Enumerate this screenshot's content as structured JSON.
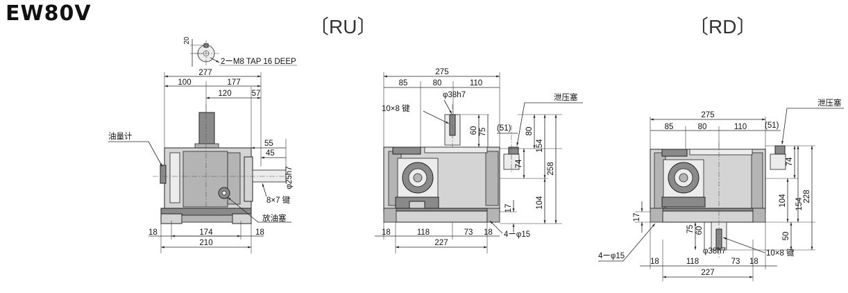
{
  "title": "EW80V",
  "views": {
    "ru_label": "〔RU〕",
    "rd_label": "〔RD〕"
  },
  "side_view": {
    "tap_dim": "20",
    "tap_note": "2ーM8 TAP 16 DEEP",
    "overall_width": "277",
    "left_width": "100",
    "right_width": "177",
    "center_to_shaft_end": "120",
    "flange_offset": "57",
    "shaft_length": "55",
    "key_length": "45",
    "shaft_dia": "φ25h7",
    "key_size": "8×7 键",
    "oil_gauge": "油量计",
    "drain_plug": "放油塞",
    "base_left": "18",
    "base_hole_span": "174",
    "base_right": "18",
    "base_width": "210"
  },
  "ru_view": {
    "overall_width": "275",
    "seg1": "85",
    "seg2": "80",
    "seg3": "110",
    "output_shaft": "φ38h7",
    "key_size": "10×8 键",
    "shaft_height": "60",
    "shaft_seg": "75",
    "breather_offset": "(51)",
    "breather_height": "80",
    "height_154": "154",
    "height_258": "258",
    "height_74": "74",
    "height_104": "104",
    "base_thickness": "17",
    "breather_plug": "泄压塞",
    "base_left": "18",
    "base_span": "118",
    "base_span2": "73",
    "base_right": "18",
    "base_width": "227",
    "mount_holes": "4ーφ15"
  },
  "rd_view": {
    "overall_width": "275",
    "seg1": "85",
    "seg2": "80",
    "seg3": "110",
    "breather_offset": "(51)",
    "breather_plug": "泄压塞",
    "height_74": "74",
    "height_104": "104",
    "height_154": "154",
    "height_228": "228",
    "height_50": "50",
    "base_thickness": "17",
    "shaft_seg": "75",
    "shaft_height": "60",
    "output_shaft": "φ38h7",
    "key_size": "10×8 键",
    "mount_holes": "4ーφ15",
    "base_left": "18",
    "base_span": "118",
    "base_span2": "73",
    "base_right": "18",
    "base_width": "227"
  }
}
